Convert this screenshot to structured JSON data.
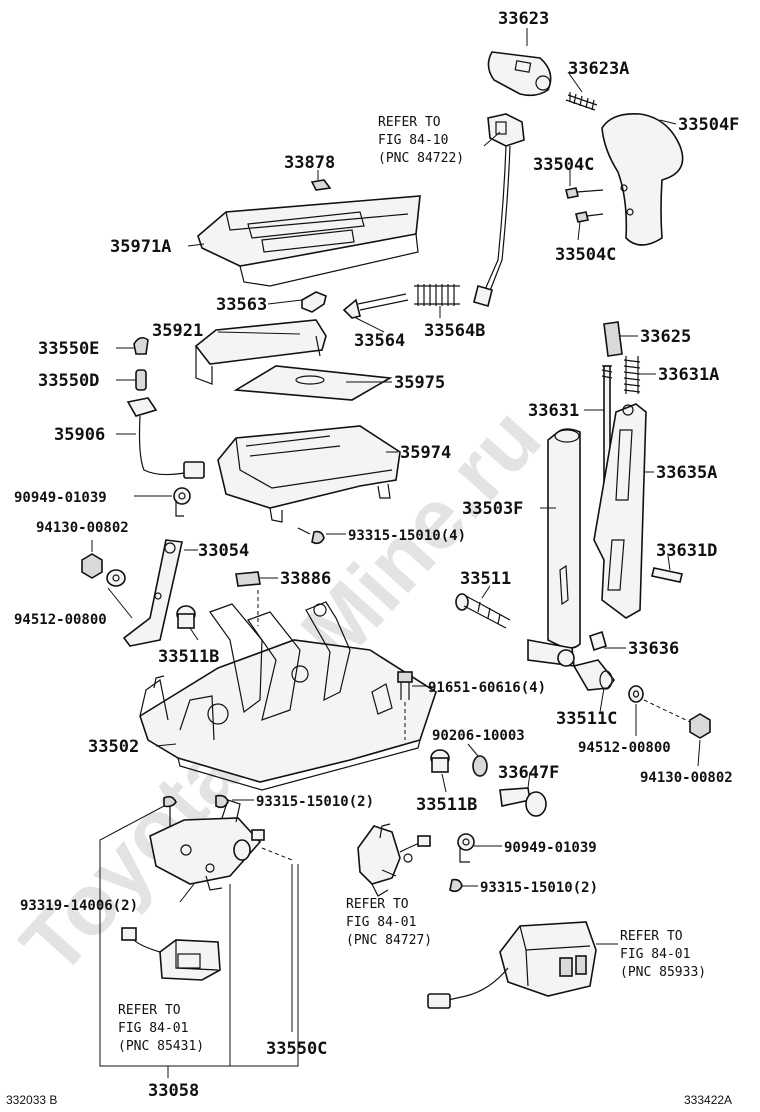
{
  "watermark": "ToyotaCarMine.ru",
  "part_numbers": {
    "p33623": "33623",
    "p33623A": "33623A",
    "p33504F": "33504F",
    "p33504C_a": "33504C",
    "p33504C_b": "33504C",
    "p33878": "33878",
    "p35971A": "35971A",
    "p33563": "33563",
    "p33564": "33564",
    "p33564B": "33564B",
    "p35921": "35921",
    "p33550E": "33550E",
    "p33550D": "33550D",
    "p35975": "35975",
    "p35906": "35906",
    "p35974": "35974",
    "p90949_a": "90949-01039",
    "p94130_a": "94130-00802",
    "p93315_a": "93315-15010(4)",
    "p33054": "33054",
    "p94512_a": "94512-00800",
    "p33886": "33886",
    "p33511B_a": "33511B",
    "p33625": "33625",
    "p33631A": "33631A",
    "p33631": "33631",
    "p33635A": "33635A",
    "p33503F": "33503F",
    "p33631D": "33631D",
    "p33511": "33511",
    "p33636": "33636",
    "p91651": "91651-60616(4)",
    "p33511C": "33511C",
    "p94512_b": "94512-00800",
    "p94130_b": "94130-00802",
    "p33502": "33502",
    "p90206": "90206-10003",
    "p33647F": "33647F",
    "p33511B_b": "33511B",
    "p93315_b": "93315-15010(2)",
    "p90949_b": "90949-01039",
    "p93315_c": "93315-15010(2)",
    "p93319": "93319-14006(2)",
    "p33550C": "33550C",
    "p33058": "33058"
  },
  "references": {
    "ref_84722": [
      "REFER TO",
      "FIG 84-10",
      "(PNC 84722)"
    ],
    "ref_84727": [
      "REFER TO",
      "FIG 84-01",
      "(PNC 84727)"
    ],
    "ref_85933": [
      "REFER TO",
      "FIG 84-01",
      "(PNC 85933)"
    ],
    "ref_85431": [
      "REFER TO",
      "FIG 84-01",
      "(PNC 85431)"
    ]
  },
  "corners": {
    "left": "332033 B",
    "right": "333422A"
  }
}
